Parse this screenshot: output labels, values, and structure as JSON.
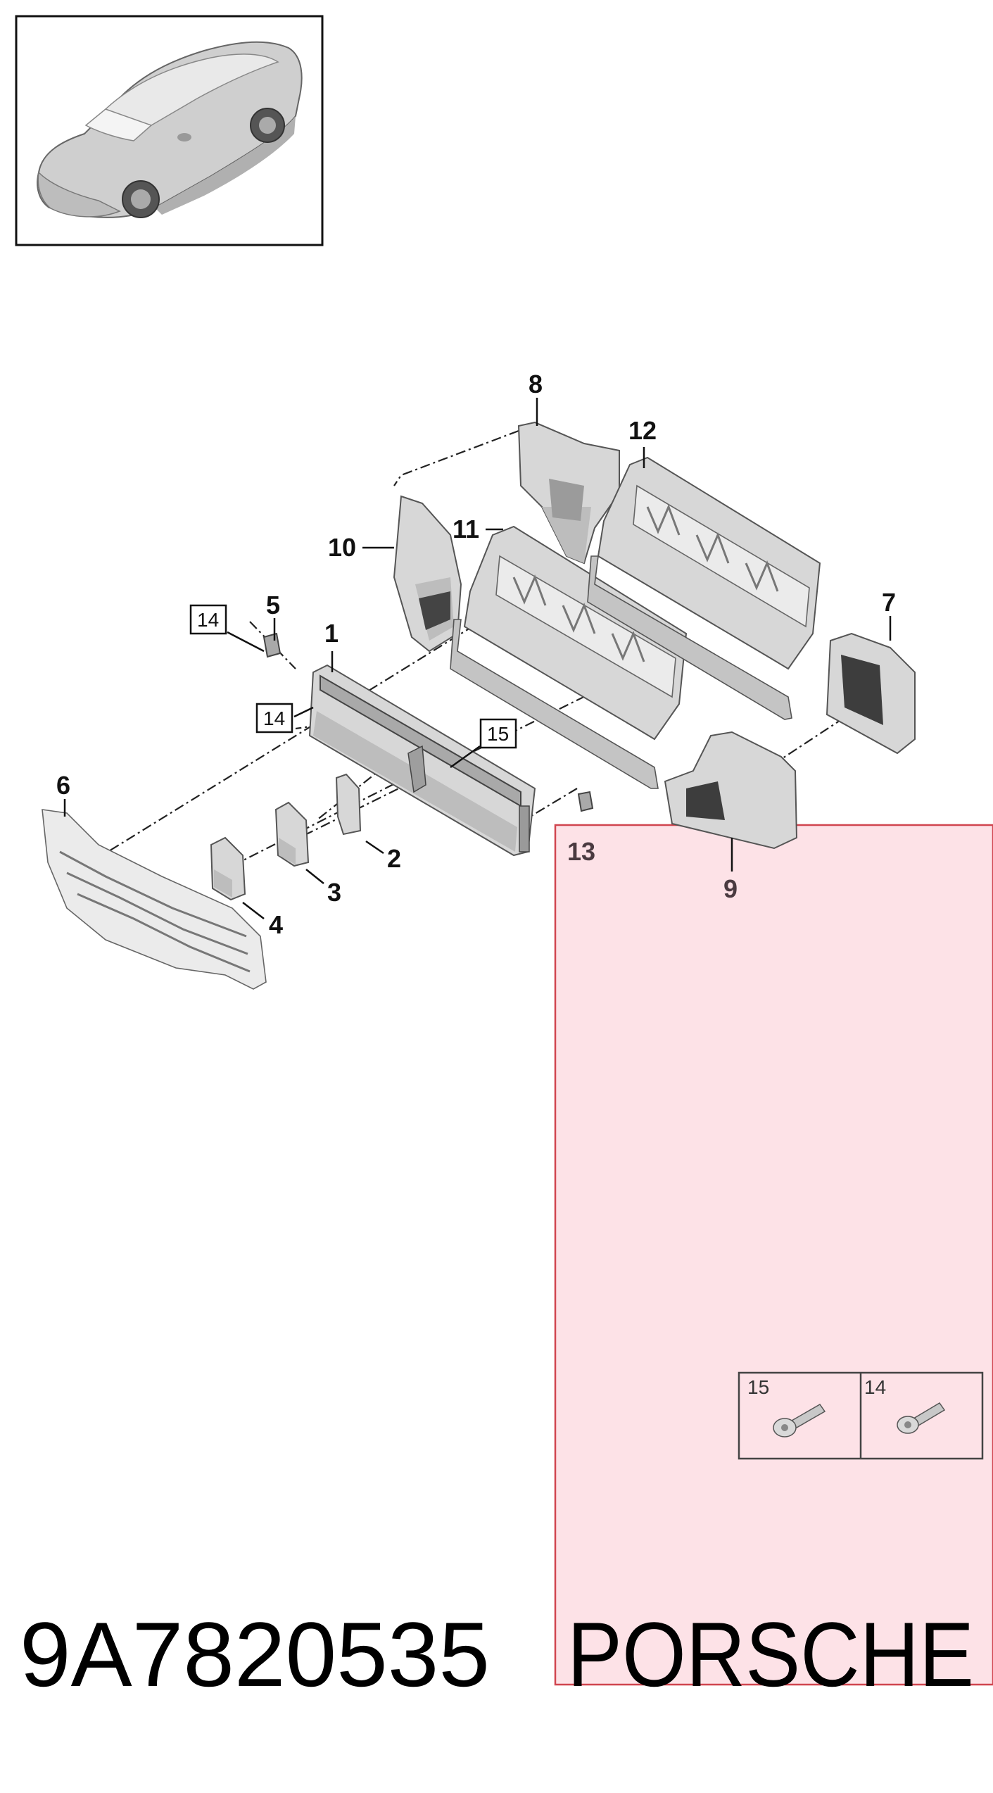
{
  "part_number": "9A7820535",
  "brand": "PORSCHE",
  "callouts": {
    "c1": "1",
    "c2": "2",
    "c3": "3",
    "c4": "4",
    "c5": "5",
    "c6": "6",
    "c7": "7",
    "c8": "8",
    "c9": "9",
    "c10": "10",
    "c11": "11",
    "c12": "12",
    "c13": "13"
  },
  "boxed_refs": {
    "b14a": "14",
    "b14b": "14",
    "b15": "15"
  },
  "fastener_table": {
    "cell_left": "15",
    "cell_right": "14"
  },
  "colors": {
    "highlight_fill": "#fde2e7",
    "highlight_border": "#d0454f"
  }
}
